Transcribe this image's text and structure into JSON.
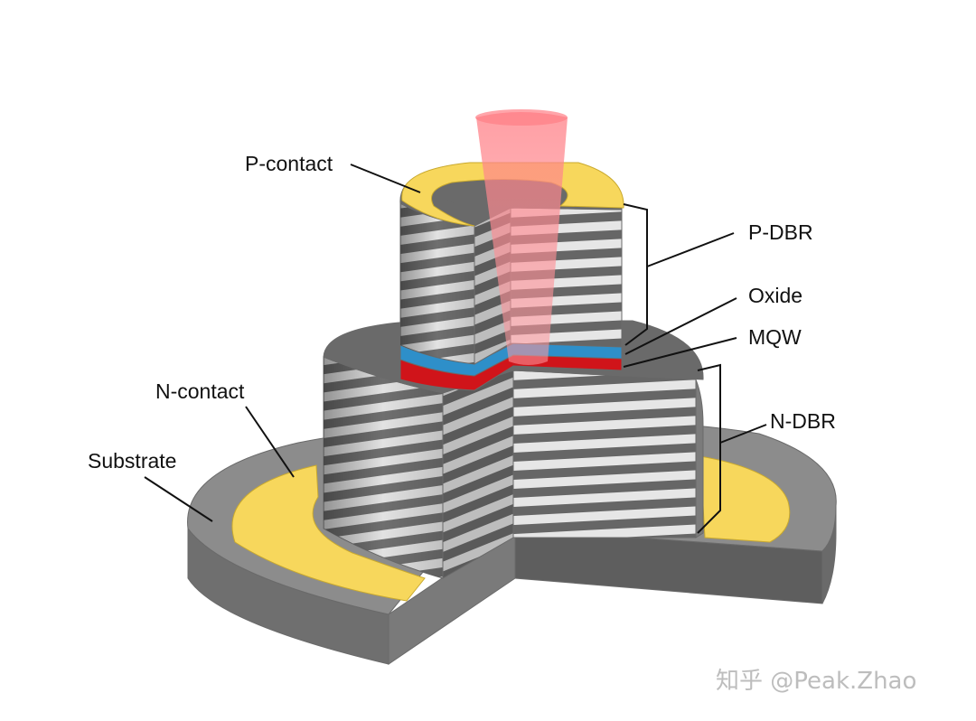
{
  "labels": {
    "p_contact": "P-contact",
    "p_dbr": "P-DBR",
    "oxide": "Oxide",
    "mqw": "MQW",
    "n_contact": "N-contact",
    "n_dbr": "N-DBR",
    "substrate": "Substrate"
  },
  "watermark": "知乎 @Peak.Zhao",
  "colors": {
    "gold_contact": "#f7d75c",
    "substrate_gray": "#8a8a8a",
    "dbr_light": "#d9d9d9",
    "dbr_dark": "#6e6e6e",
    "oxide_blue": "#2e8fc9",
    "mqw_red": "#d0141a",
    "laser_beam": "#ff8a8a"
  },
  "icons": [
    "vcsel-cross-section-illustration"
  ]
}
